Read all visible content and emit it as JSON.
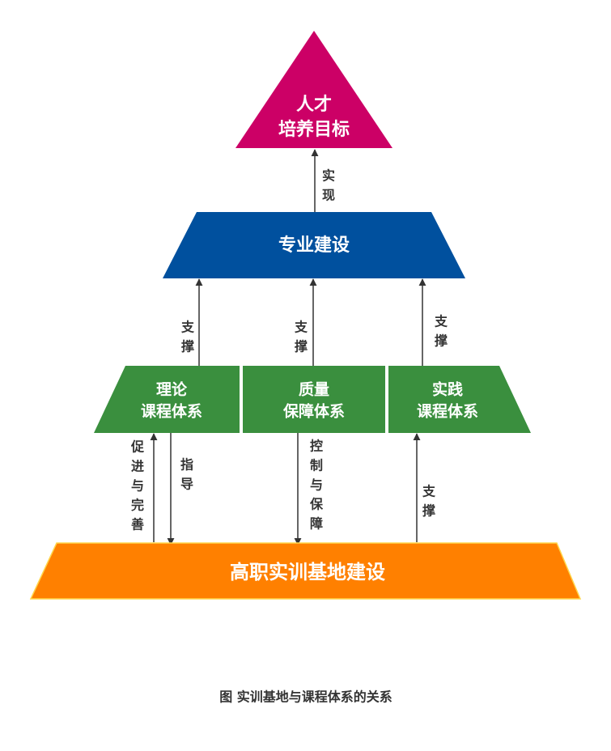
{
  "colors": {
    "goal": "#cc0066",
    "major": "#00509e",
    "system": "#3a8f3e",
    "base": "#ff8000",
    "base_border": "#ffd54a",
    "arrow": "#333333"
  },
  "goal": {
    "line1": "人才",
    "line2": "培养目标"
  },
  "major": {
    "label": "专业建设"
  },
  "systems": [
    {
      "line1": "理论",
      "line2": "课程体系"
    },
    {
      "line1": "质量",
      "line2": "保障体系"
    },
    {
      "line1": "实践",
      "line2": "课程体系"
    }
  ],
  "base": {
    "label": "高职实训基地建设"
  },
  "arrow_labels": {
    "realize": [
      "实",
      "现"
    ],
    "support_left": [
      "支",
      "撑"
    ],
    "support_mid": [
      "支",
      "撑"
    ],
    "support_right": [
      "支",
      "撑"
    ],
    "promote": [
      "促",
      "进",
      "与",
      "完",
      "善"
    ],
    "guide": [
      "指",
      "导"
    ],
    "control": [
      "控",
      "制",
      "与",
      "保",
      "障"
    ],
    "support_base": [
      "支",
      "撑"
    ]
  },
  "caption": "图 实训基地与课程体系的关系"
}
